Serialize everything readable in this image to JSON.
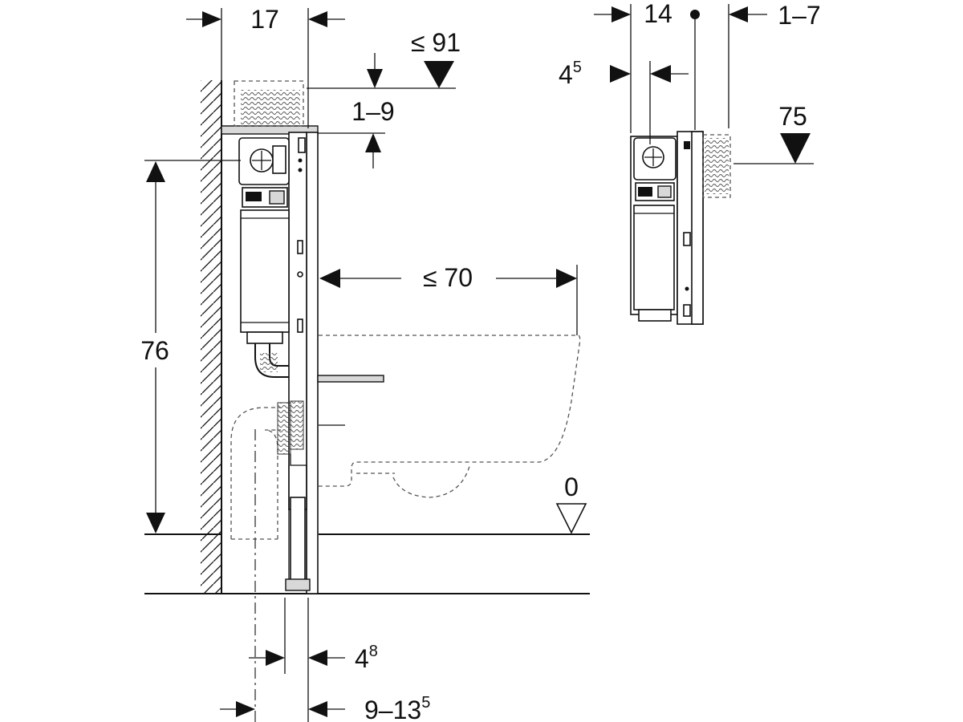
{
  "dimensions": {
    "width_17": "17",
    "max_91": "≤ 91",
    "range_1_9": "1–9",
    "height_76": "76",
    "max_70": "≤ 70",
    "floor_0": "0",
    "d4_8_base": "4",
    "d4_8_sup": "8",
    "d9_13_base": "9–13",
    "d9_13_sup": "5",
    "width_14": "14",
    "range_1_7": "1–7",
    "d4_5_base": "4",
    "d4_5_sup": "5",
    "level_75": "75"
  }
}
